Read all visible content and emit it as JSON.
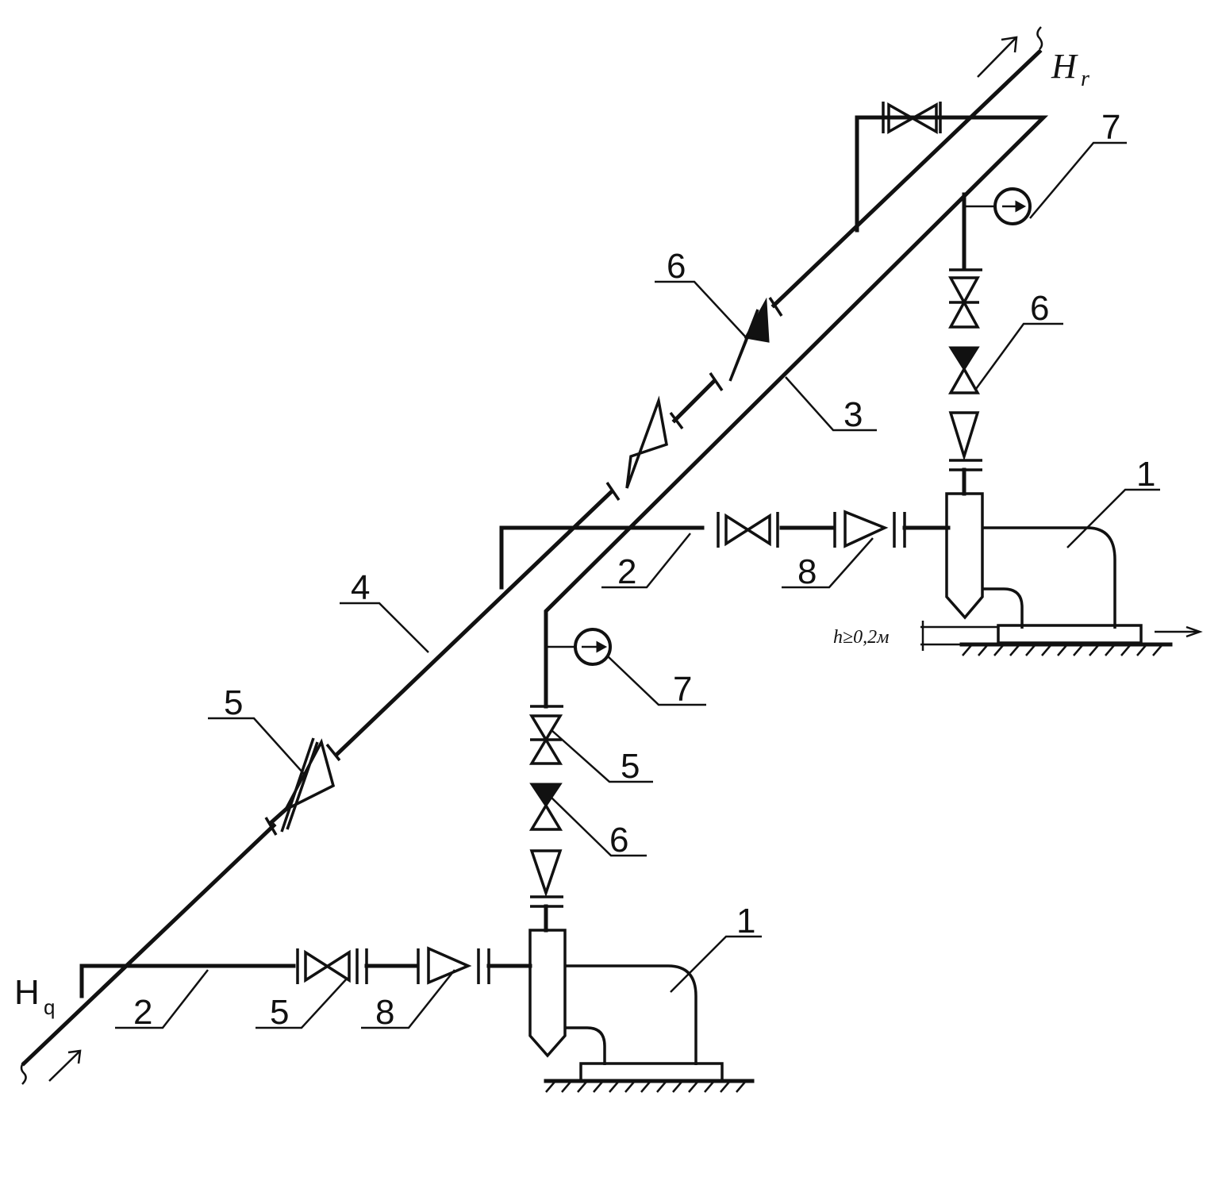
{
  "labels": {
    "inlet_head": "H",
    "inlet_head_sub": "q",
    "outlet_head": "H",
    "outlet_head_sub": "r",
    "clearance": "h≥0,2м",
    "l1_upper": "1",
    "l1_lower": "1",
    "l2_upper": "2",
    "l2_lower": "2",
    "l3": "3",
    "l4": "4",
    "l5_main": "5",
    "l5_vertical": "5",
    "l5_lower": "5",
    "l6_main": "6",
    "l6_upper_vertical": "6",
    "l6_lower_vertical": "6",
    "l7_upper": "7",
    "l7_lower": "7",
    "l8_upper": "8",
    "l8_lower": "8"
  }
}
